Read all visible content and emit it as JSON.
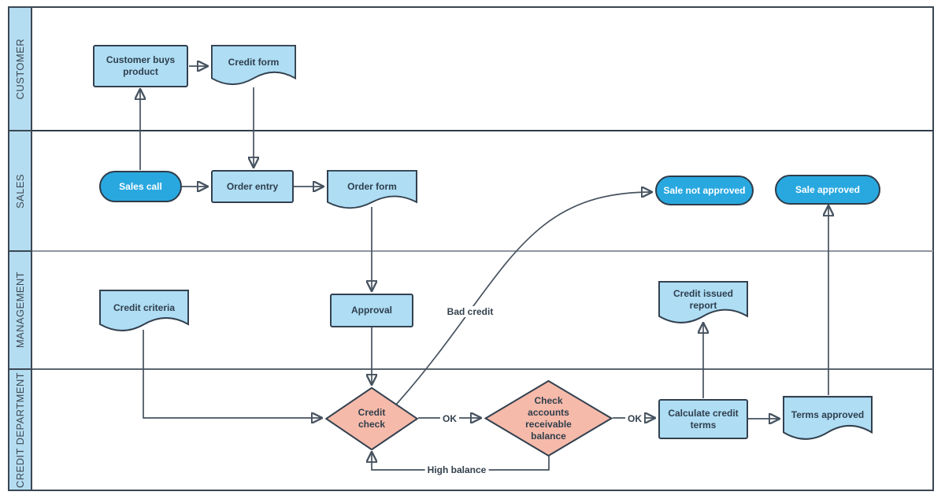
{
  "lanes": [
    {
      "label": "CUSTOMER"
    },
    {
      "label": "SALES"
    },
    {
      "label": "MANAGEMENT"
    },
    {
      "label": "CREDIT DEPARTMENT"
    }
  ],
  "nodes": {
    "customer_buys_product": {
      "label": "Customer buys product",
      "type": "process"
    },
    "credit_form": {
      "label": "Credit form",
      "type": "document"
    },
    "sales_call": {
      "label": "Sales call",
      "type": "terminator"
    },
    "order_entry": {
      "label": "Order entry",
      "type": "process"
    },
    "order_form": {
      "label": "Order form",
      "type": "document"
    },
    "sale_not_approved": {
      "label": "Sale not approved",
      "type": "terminator"
    },
    "sale_approved": {
      "label": "Sale approved",
      "type": "terminator"
    },
    "credit_criteria": {
      "label": "Credit criteria",
      "type": "document"
    },
    "approval": {
      "label": "Approval",
      "type": "process"
    },
    "credit_issued_report": {
      "label": "Credit issued report",
      "type": "document"
    },
    "credit_check": {
      "label": "Credit check",
      "type": "decision"
    },
    "check_accounts_receivable_balance": {
      "label": "Check accounts receivable balance",
      "type": "decision"
    },
    "calculate_credit_terms": {
      "label": "Calculate credit terms",
      "type": "process"
    },
    "terms_approved": {
      "label": "Terms approved",
      "type": "document"
    }
  },
  "edge_labels": {
    "ok_credit_check": "OK",
    "ok_balance": "OK",
    "bad_credit": "Bad credit",
    "high_balance": "High balance"
  },
  "colors": {
    "shape_fill": "#aeddf4",
    "terminator_fill": "#29a8e0",
    "decision_fill": "#f6baaa",
    "lane_header_fill": "#b5ddf1",
    "shape_stroke": "#33414f",
    "connector": "#46525f"
  }
}
